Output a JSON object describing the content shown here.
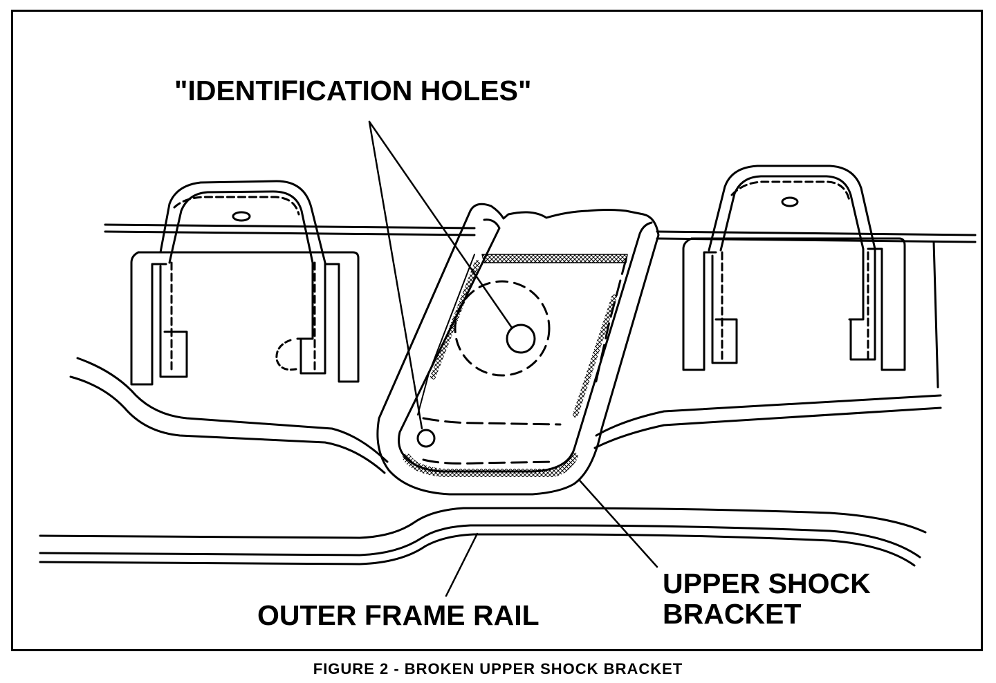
{
  "labels": {
    "identification_holes": "\"IDENTIFICATION HOLES\"",
    "upper_shock_line1": "UPPER SHOCK",
    "upper_shock_line2": "BRACKET",
    "outer_frame_rail": "OUTER FRAME RAIL"
  },
  "caption": "FIGURE 2 - BROKEN UPPER SHOCK BRACKET"
}
